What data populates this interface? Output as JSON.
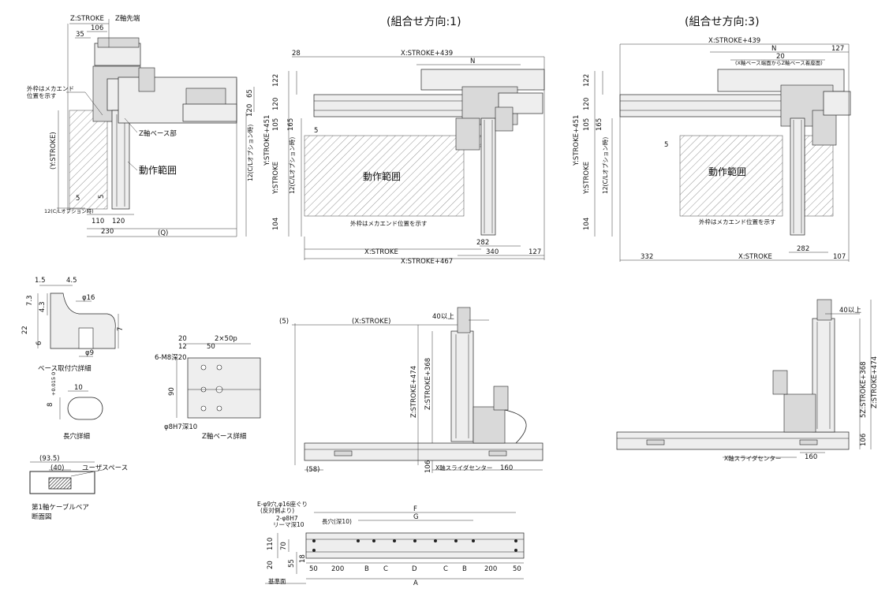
{
  "headers": {
    "combo1": "(組合せ方向:1)",
    "combo3": "(組合せ方向:3)"
  },
  "side_view": {
    "z_stroke": "Z:STROKE",
    "z_tip": "Z軸先端",
    "d106": "106",
    "d35": "35",
    "note_end": [
      "外枠はメカエンド",
      "位置を示す"
    ],
    "z_base": "Z軸ベース部",
    "motion_range": "動作範囲",
    "y_stroke": "(Y:STROKE)",
    "d5a": "5",
    "d5b": "5",
    "c_option": "12(C/Lオプション時)",
    "d110": "110",
    "d120": "120",
    "d230": "230",
    "q": "(Q)",
    "d65": "65",
    "d120r": "120",
    "c_option_v": "12(C/Lオプション時)"
  },
  "top1": {
    "d28": "28",
    "x439": "X:STROKE+439",
    "n": "N",
    "d122": "122",
    "d120": "120",
    "d105": "105",
    "d165": "165",
    "y451": "Y:STROKE+451",
    "y_stroke": "Y:STROKE",
    "c_option": "12(C/Lオプション時)",
    "d104": "104",
    "d5": "5",
    "motion_range": "動作範囲",
    "note_end": "外枠はメカエンド位置を示す",
    "x_stroke": "X:STROKE",
    "x467": "X:STROKE+467",
    "d282": "282",
    "d340": "340",
    "d127": "127"
  },
  "top3": {
    "x439": "X:STROKE+439",
    "d127": "127",
    "n": "N",
    "d20": "20",
    "note_base": "(X軸ベース端面からZ軸ベース着座面)",
    "d122": "122",
    "d120": "120",
    "d105": "105",
    "d165": "165",
    "y451": "Y:STROKE+451",
    "y_stroke": "Y:STROKE",
    "c_option": "12(C/Lオプション時)",
    "d104": "104",
    "d5": "5",
    "motion_range": "動作範囲",
    "note_end": "外枠はメカエンド位置を示す",
    "d332": "332",
    "x_stroke": "X:STROKE",
    "d282": "282",
    "d107": "107"
  },
  "base_hole": {
    "d15": "1.5",
    "d45": "4.5",
    "d73": "7.3",
    "d43": "4.3",
    "phi16": "φ16",
    "d22": "22",
    "d6": "6",
    "d7": "7",
    "phi9": "φ9",
    "caption": "ベース取付穴詳細"
  },
  "slot": {
    "d10": "10",
    "d8": "8",
    "tol": "+0.015\n0",
    "caption": "長穴詳細"
  },
  "cable": {
    "d935": "(93.5)",
    "d40": "(40)",
    "user_space": "ユーザスペース",
    "caption1": "第1軸ケーブルベア",
    "caption2": "断面図"
  },
  "zbase": {
    "d20": "20",
    "d12": "12",
    "d50": "50",
    "p2x50": "2×50p",
    "m8": "6-M8深20",
    "d90": "90",
    "h7": "φ8H7深10",
    "caption": "Z軸ベース詳細"
  },
  "front1": {
    "d5": "(5)",
    "x_stroke": "(X:STROKE)",
    "d40": "40以上",
    "z474": "Z:STROKE+474",
    "z368": "Z:STROKE+368",
    "d58": "(58)",
    "d106": "106",
    "slider_center": "X軸スライダセンター",
    "d160": "160"
  },
  "front3": {
    "d40": "40以上",
    "z368": "5Z:STROKE+368",
    "z474": "Z:STROKE+474",
    "d106": "106",
    "slider_center": "X軸スライダセンター",
    "d160": "160"
  },
  "bottom": {
    "e_holes": "E-φ9穴,φ16座ぐり",
    "e_holes2": "(反対側より)",
    "f": "F",
    "g": "G",
    "pins": "2-φ8H7",
    "pins2": "リーマ深10",
    "slot": "長穴(深10)",
    "d110": "110",
    "d70": "70",
    "d20": "20",
    "d55": "55",
    "d18": "18",
    "row": [
      "50",
      "200",
      "B",
      "C",
      "D",
      "C",
      "B",
      "200",
      "50"
    ],
    "a": "A",
    "datum": "基準面"
  }
}
